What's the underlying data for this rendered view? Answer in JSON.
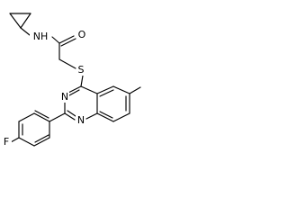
{
  "molecule": {
    "atoms": {
      "nh": "NH",
      "o": "O",
      "s": "S",
      "n_top": "N",
      "n_bottom": "N",
      "f": "F"
    }
  }
}
